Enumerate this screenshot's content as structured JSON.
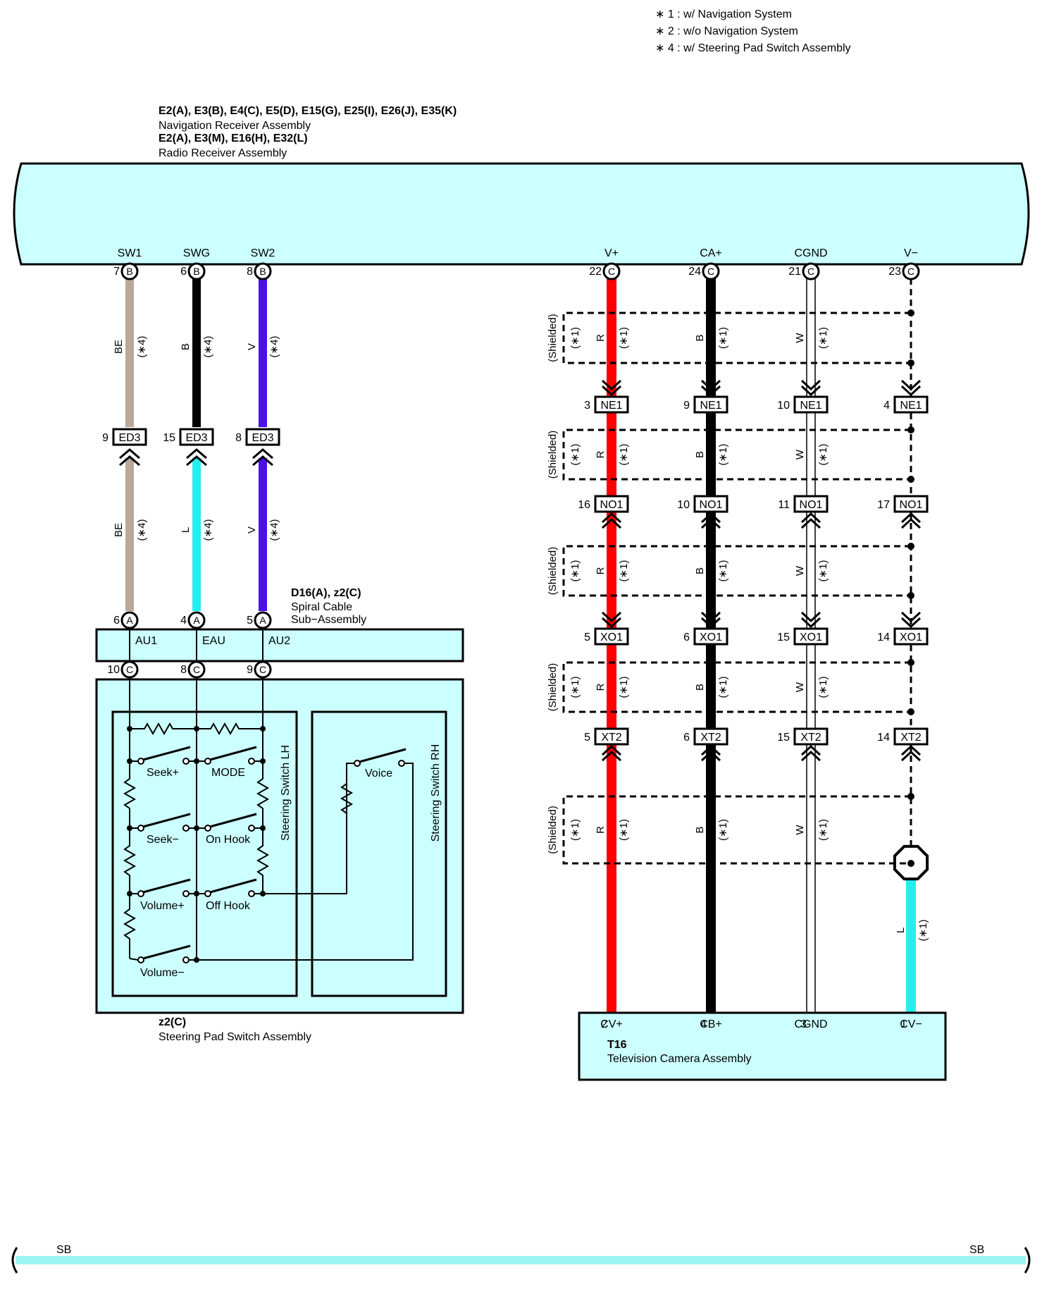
{
  "notes": [
    "∗ 1 : w/ Navigation System",
    "∗ 2 : w/o Navigation System",
    "∗ 4 : w/ Steering Pad Switch Assembly"
  ],
  "head_unit": {
    "line1": "E2(A), E3(B), E4(C), E5(D), E15(G), E25(I), E26(J), E35(K)",
    "line2": "Navigation Receiver Assembly",
    "line3": "E2(A), E3(M), E16(H), E32(L)",
    "line4": "Radio Receiver Assembly",
    "terminals": [
      "SW1",
      "SWG",
      "SW2",
      "V+",
      "CA+",
      "CGND",
      "V−"
    ],
    "pins": [
      {
        "num": "7",
        "conn": "B"
      },
      {
        "num": "6",
        "conn": "B"
      },
      {
        "num": "8",
        "conn": "B"
      },
      {
        "num": "22",
        "conn": "C"
      },
      {
        "num": "24",
        "conn": "C"
      },
      {
        "num": "21",
        "conn": "C"
      },
      {
        "num": "23",
        "conn": "C"
      }
    ]
  },
  "left_wires": {
    "upper": [
      {
        "color_code": "BE",
        "note": "(∗4)",
        "color": "#b8a998"
      },
      {
        "color_code": "B",
        "note": "(∗4)",
        "color": "#000000"
      },
      {
        "color_code": "V",
        "note": "(∗4)",
        "color": "#4b10ea"
      }
    ],
    "lower": [
      {
        "color_code": "BE",
        "note": "(∗4)",
        "color": "#b8a998"
      },
      {
        "color_code": "L",
        "note": "(∗4)",
        "color": "#27eeee"
      },
      {
        "color_code": "V",
        "note": "(∗4)",
        "color": "#4b10ea"
      }
    ],
    "ed3_pins": [
      "9",
      "15",
      "8"
    ],
    "ed3_label": "ED3"
  },
  "spiral_cable": {
    "line1": "D16(A), z2(C)",
    "line2": "Spiral Cable",
    "line3": "Sub−Assembly",
    "terminals": [
      "AU1",
      "EAU",
      "AU2"
    ],
    "top_pins": [
      {
        "num": "6",
        "conn": "A"
      },
      {
        "num": "4",
        "conn": "A"
      },
      {
        "num": "5",
        "conn": "A"
      }
    ],
    "bottom_pins": [
      {
        "num": "10",
        "conn": "C"
      },
      {
        "num": "8",
        "conn": "C"
      },
      {
        "num": "9",
        "conn": "C"
      }
    ]
  },
  "steering_pad": {
    "switch_lh": "Steering Switch LH",
    "switch_rh": "Steering Switch RH",
    "buttons": [
      "Seek+",
      "MODE",
      "Seek−",
      "On Hook",
      "Volume+",
      "Off Hook",
      "Volume−",
      "Voice"
    ],
    "label1": "z2(C)",
    "label2": "Steering Pad Switch Assembly"
  },
  "right_wires": {
    "colors": [
      {
        "code": "R",
        "color": "#ff0000"
      },
      {
        "code": "B",
        "color": "#000000"
      },
      {
        "code": "W",
        "color": "#ffffff"
      },
      {
        "code": "",
        "color": "none"
      }
    ],
    "shield_label": "(Shielded)",
    "shield_note": "(∗1)",
    "junctions": [
      {
        "name": "NE1",
        "pins": [
          "3",
          "9",
          "10",
          "4"
        ]
      },
      {
        "name": "NO1",
        "pins": [
          "16",
          "10",
          "11",
          "17"
        ]
      },
      {
        "name": "XO1",
        "pins": [
          "5",
          "6",
          "15",
          "14"
        ]
      },
      {
        "name": "XT2",
        "pins": [
          "5",
          "6",
          "15",
          "14"
        ]
      }
    ],
    "ground_wire": {
      "code": "L",
      "note": "(∗1)",
      "color": "#27eeee"
    }
  },
  "camera": {
    "pins": [
      "2",
      "4",
      "3",
      "1"
    ],
    "terminals": [
      "CV+",
      "CB+",
      "CGND",
      "CV−"
    ],
    "label1": "T16",
    "label2": "Television Camera Assembly"
  },
  "bus": {
    "left": "SB",
    "right": "SB",
    "color": "#9ef3f3"
  },
  "colors": {
    "box_fill": "#ccffff",
    "bus_fill": "#9ef3f3"
  }
}
